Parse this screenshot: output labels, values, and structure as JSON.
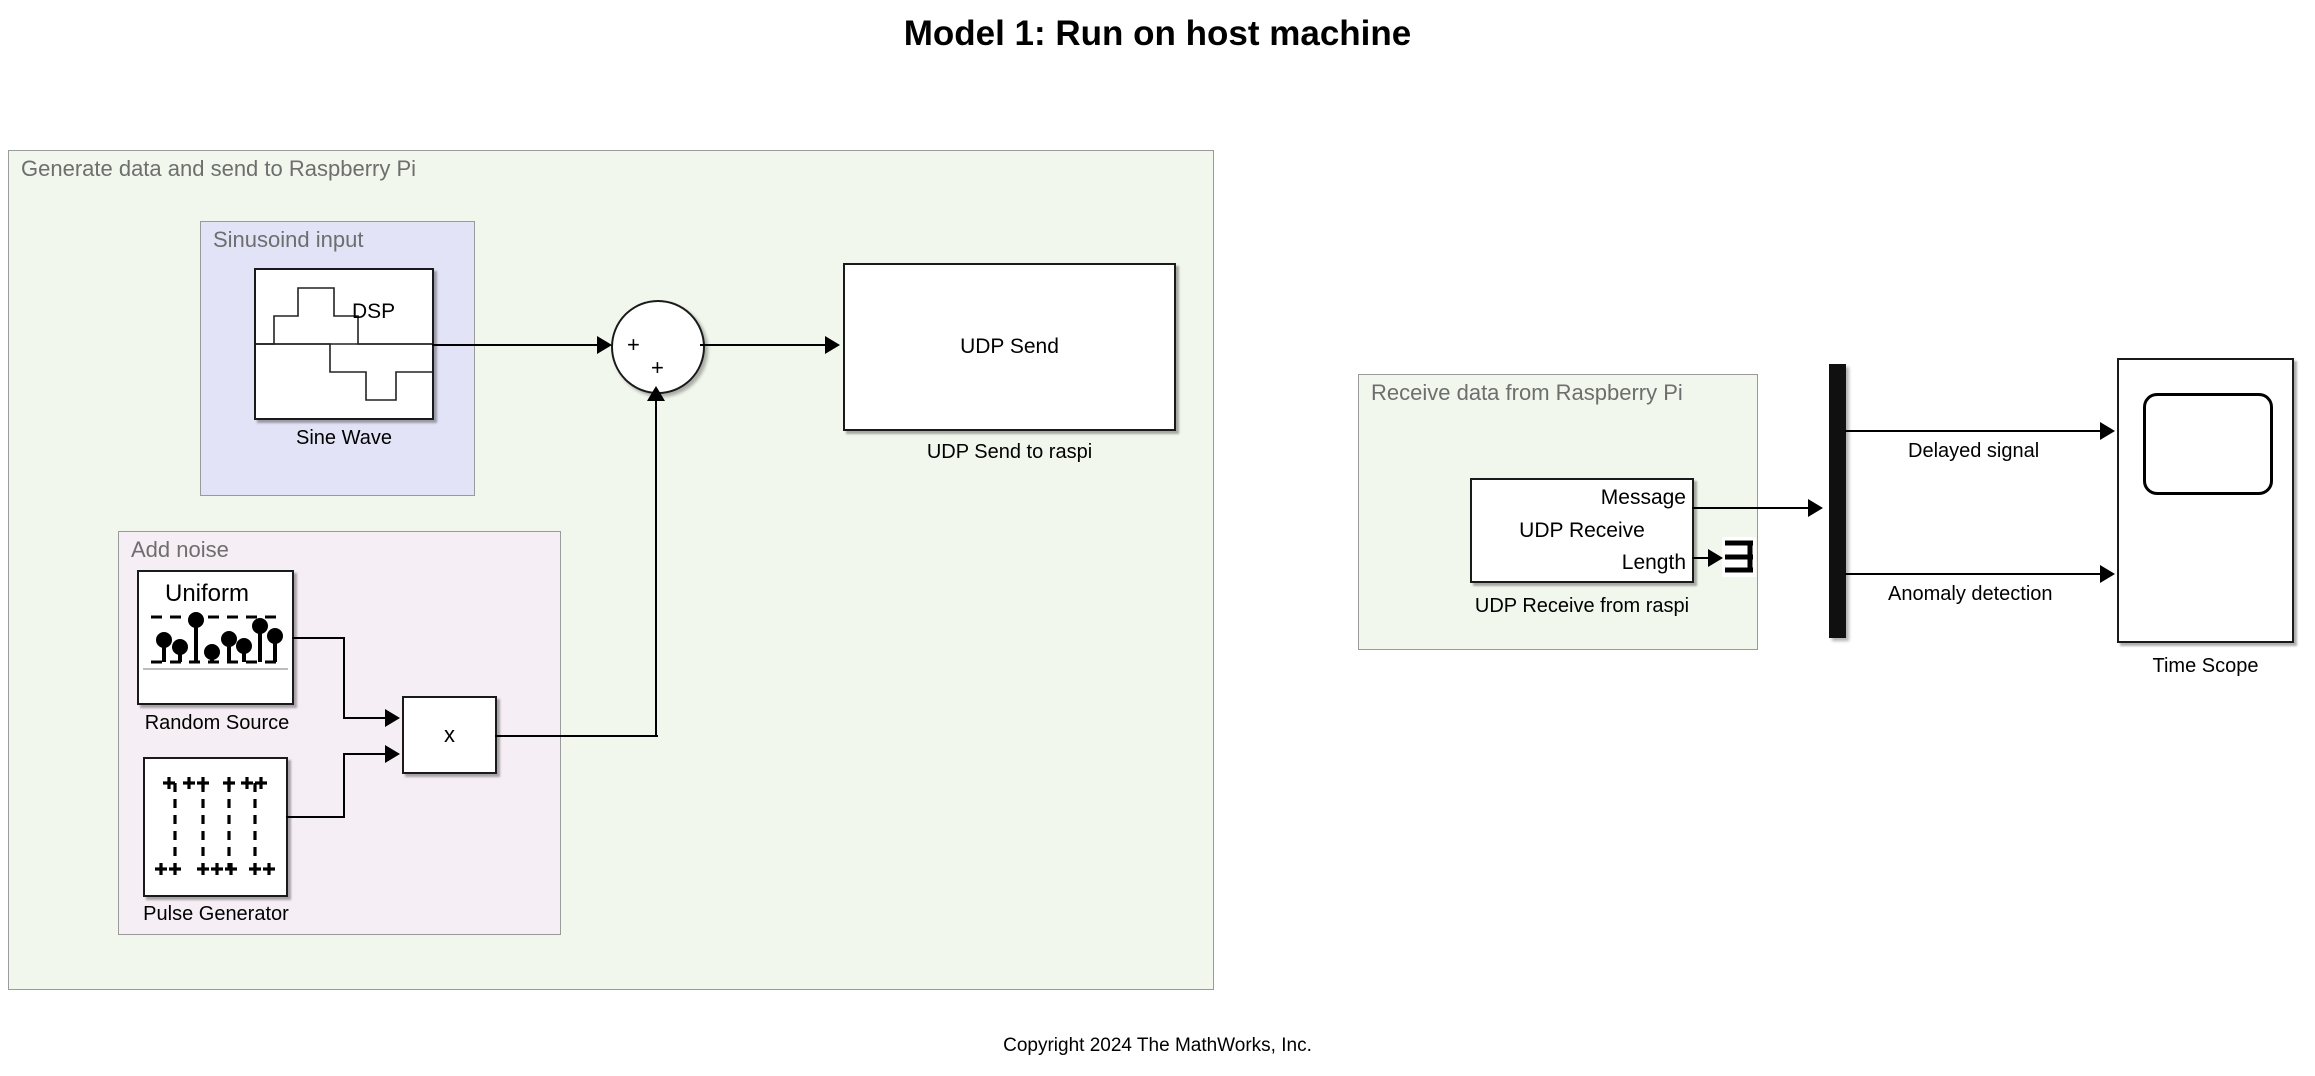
{
  "page": {
    "title": "Model 1: Run on host machine",
    "copyright": "Copyright 2024 The MathWorks, Inc."
  },
  "colors": {
    "subsystem_green": "#f1f7ec",
    "subsystem_blue": "#e2e3f6",
    "subsystem_pink": "#f6eef5",
    "area_border": "#9a9a9a",
    "area_label_text": "#6e6e6e",
    "block_border": "#1a1a1a",
    "wire": "#000000",
    "canvas": "#ffffff"
  },
  "areas": {
    "generate": {
      "label": "Generate data and send to Raspberry Pi"
    },
    "sinusoid": {
      "label": "Sinusoind input"
    },
    "noise": {
      "label": "Add noise"
    },
    "receive": {
      "label": "Receive data from Raspberry Pi"
    }
  },
  "blocks": {
    "sine_wave": {
      "icon_text": "DSP",
      "label": "Sine Wave"
    },
    "random_source": {
      "icon_text": "Uniform",
      "label": "Random Source"
    },
    "pulse_generator": {
      "label": "Pulse Generator"
    },
    "product": {
      "icon_text": "x",
      "label": ""
    },
    "sum": {
      "sign_top": "+",
      "sign_bottom": "+",
      "label": ""
    },
    "udp_send": {
      "icon_text": "UDP Send",
      "label": "UDP Send to raspi"
    },
    "udp_receive": {
      "icon_text": "UDP Receive",
      "port_message": "Message",
      "port_length": "Length",
      "label": "UDP Receive from raspi"
    },
    "terminator": {
      "label": ""
    },
    "demux": {
      "label": ""
    },
    "time_scope": {
      "label": "Time Scope"
    }
  },
  "signals": {
    "delayed": "Delayed signal",
    "anomaly": "Anomaly detection"
  }
}
